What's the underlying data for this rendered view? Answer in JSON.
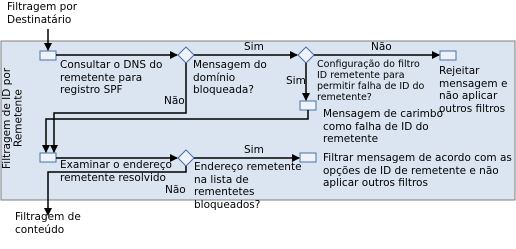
{
  "labels": {
    "top_input": "Filtragem por Destinatário",
    "side": "Filtragem de ID por Remetente",
    "bottom_output": "Filtragem de conteúdo"
  },
  "steps": {
    "consult_dns": "Consultar o DNS do remetente para registro SPF",
    "examine_sender": "Examinar o endereço remetente resolvido",
    "stamp_message": "Mensagem de carimbo como falha de ID do remetente"
  },
  "decisions": {
    "domain_blocked": "Mensagem do domínio bloqueada?",
    "filter_config": "Configuração do filtro ID remetente para permitir falha de ID do remetente?",
    "sender_blocked": "Endereço remetente na lista de rementetes bloqueados?"
  },
  "outcomes": {
    "reject": "Rejeitar mensagem e não aplicar outros filtros",
    "filter_by_options": "Filtrar mensagem de acordo com as opções de ID de remetente e não aplicar outros filtros"
  },
  "branches": {
    "yes": "Sim",
    "no": "Não"
  },
  "colors": {
    "band_fill": "#dbe5f1",
    "band_border": "#7f7f7f",
    "box_fill": "#eef3fb",
    "box_border": "#4a6ea8",
    "arrow": "#000000"
  }
}
